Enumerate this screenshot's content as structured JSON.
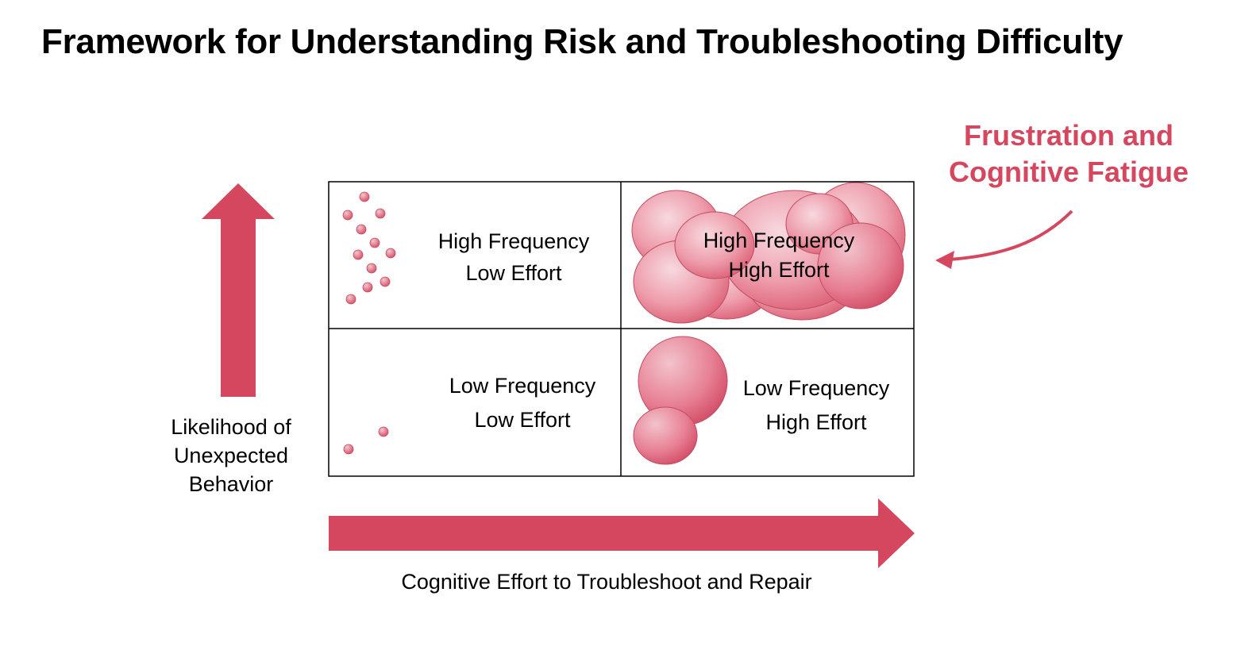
{
  "title": "Framework for Understanding Risk and Troubleshooting Difficulty",
  "callout": {
    "line1": "Frustration and",
    "line2": "Cognitive Fatigue"
  },
  "y_axis": {
    "line1": "Likelihood of",
    "line2": "Unexpected",
    "line3": "Behavior"
  },
  "x_axis": {
    "label": "Cognitive Effort to Troubleshoot and Repair"
  },
  "quadrants": {
    "top_left": {
      "line1": "High Frequency",
      "line2": "Low Effort"
    },
    "top_right": {
      "line1": "High Frequency",
      "line2": "High Effort"
    },
    "bottom_left": {
      "line1": "Low Frequency",
      "line2": "Low Effort"
    },
    "bottom_right": {
      "line1": "Low Frequency",
      "line2": "High Effort"
    }
  },
  "colors": {
    "accent": "#d4475f",
    "text": "#000000",
    "grid": "#000000"
  }
}
